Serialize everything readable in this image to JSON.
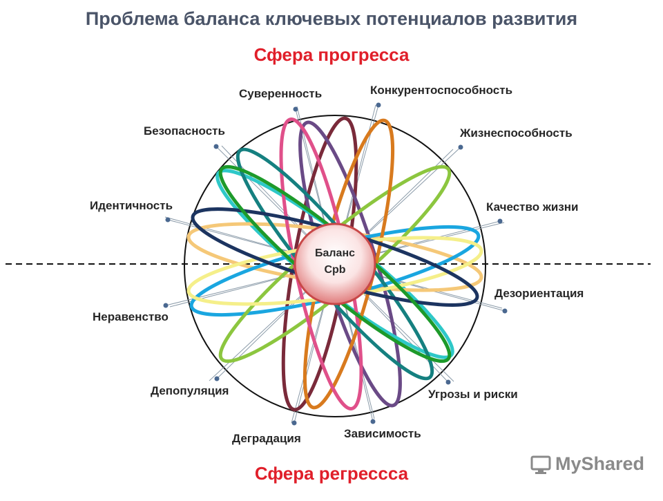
{
  "title": "Проблема баланса ключевых потенциалов развития",
  "top_sphere": "Сфера прогресса",
  "bottom_sphere": "Сфера регрессса",
  "center": {
    "line1": "Баланс",
    "line2": "Срb"
  },
  "labels": {
    "sovereignty": "Суверенность",
    "competitiveness": "Конкурентоспособность",
    "security": "Безопасность",
    "viability": "Жизнеспособность",
    "identity": "Идентичность",
    "quality_of_life": "Качество жизни",
    "disorientation": "Дезориентация",
    "inequality": "Неравенство",
    "depopulation": "Депопуляция",
    "threats_risks": "Угрозы и риски",
    "degradation": "Деградация",
    "dependency": "Зависимость"
  },
  "ellipse_colors": [
    "#7a2a3a",
    "#6a4a86",
    "#2ec8c8",
    "#f5c878",
    "#1aa6e0",
    "#8cc63f",
    "#d87a1e",
    "#e0508a",
    "#158080",
    "#f5ef8a",
    "#1c3460",
    "#1d9a2a"
  ],
  "watermark": "MyShared"
}
